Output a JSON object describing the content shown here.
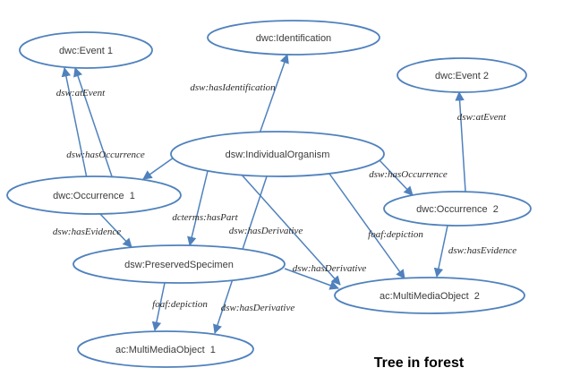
{
  "diagram": {
    "caption": "Tree in forest",
    "colors": {
      "node_stroke": "#4f81bd",
      "edge": "#4f81bd",
      "node_text": "#3b3b3b",
      "edge_text": "#2b2b2b",
      "background": "#ffffff"
    },
    "nodes": {
      "event1": {
        "label": "dwc:Event 1"
      },
      "identification": {
        "label": "dwc:Identification"
      },
      "event2": {
        "label": "dwc:Event 2"
      },
      "organism": {
        "label": "dsw:IndividualOrganism"
      },
      "occurrence1": {
        "label": "dwc:Occurrence  1"
      },
      "occurrence2": {
        "label": "dwc:Occurrence  2"
      },
      "preserved_specimen": {
        "label": "dsw:PreservedSpecimen"
      },
      "multimedia2": {
        "label": "ac:MultiMediaObject  2"
      },
      "multimedia1": {
        "label": "ac:MultiMediaObject  1"
      }
    },
    "edges": {
      "at_event_1": {
        "label": "dsw:atEvent"
      },
      "has_identification": {
        "label": "dsw:hasIdentification"
      },
      "has_occurrence_1": {
        "label": "dsw:hasOccurrence"
      },
      "has_evidence_1": {
        "label": "dsw:hasEvidence"
      },
      "has_part": {
        "label": "dcterms:hasPart"
      },
      "has_derivative_org_mm2": {
        "label": "dsw:hasDerivative"
      },
      "has_derivative_ps_mm2": {
        "label": "dsw:hasDerivative"
      },
      "has_derivative_org_mm1": {
        "label": "dsw:hasDerivative"
      },
      "depiction_ps_mm1": {
        "label": "foaf:depiction"
      },
      "depiction_org_mm2": {
        "label": "foaf:depiction"
      },
      "has_occurrence_2": {
        "label": "dsw:hasOccurrence"
      },
      "at_event_2": {
        "label": "dsw:atEvent"
      },
      "has_evidence_2": {
        "label": "dsw:hasEvidence"
      }
    }
  }
}
